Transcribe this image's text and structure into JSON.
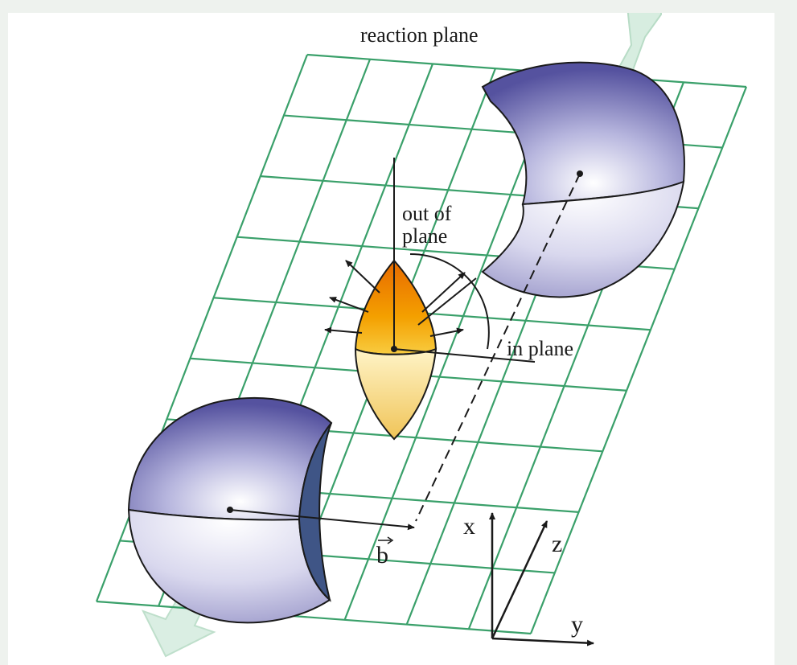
{
  "diagram": {
    "labels": {
      "reaction_plane": "reaction plane",
      "out_of_plane_1": "out of",
      "out_of_plane_2": "plane",
      "in_plane": "in plane",
      "impact_parameter": "b",
      "axis_x": "x",
      "axis_y": "y",
      "axis_z": "z"
    },
    "colors": {
      "grid": "#3aa06a",
      "nucleus_dark": "#5c5aa8",
      "nucleus_light": "#e8e8f4",
      "fireball_top": "#f08a00",
      "fireball_bottom": "#f4c860",
      "beam_arrow": "#c8e6d2",
      "background": "#eef2ee"
    },
    "icons": [
      "arrow-icon"
    ]
  }
}
